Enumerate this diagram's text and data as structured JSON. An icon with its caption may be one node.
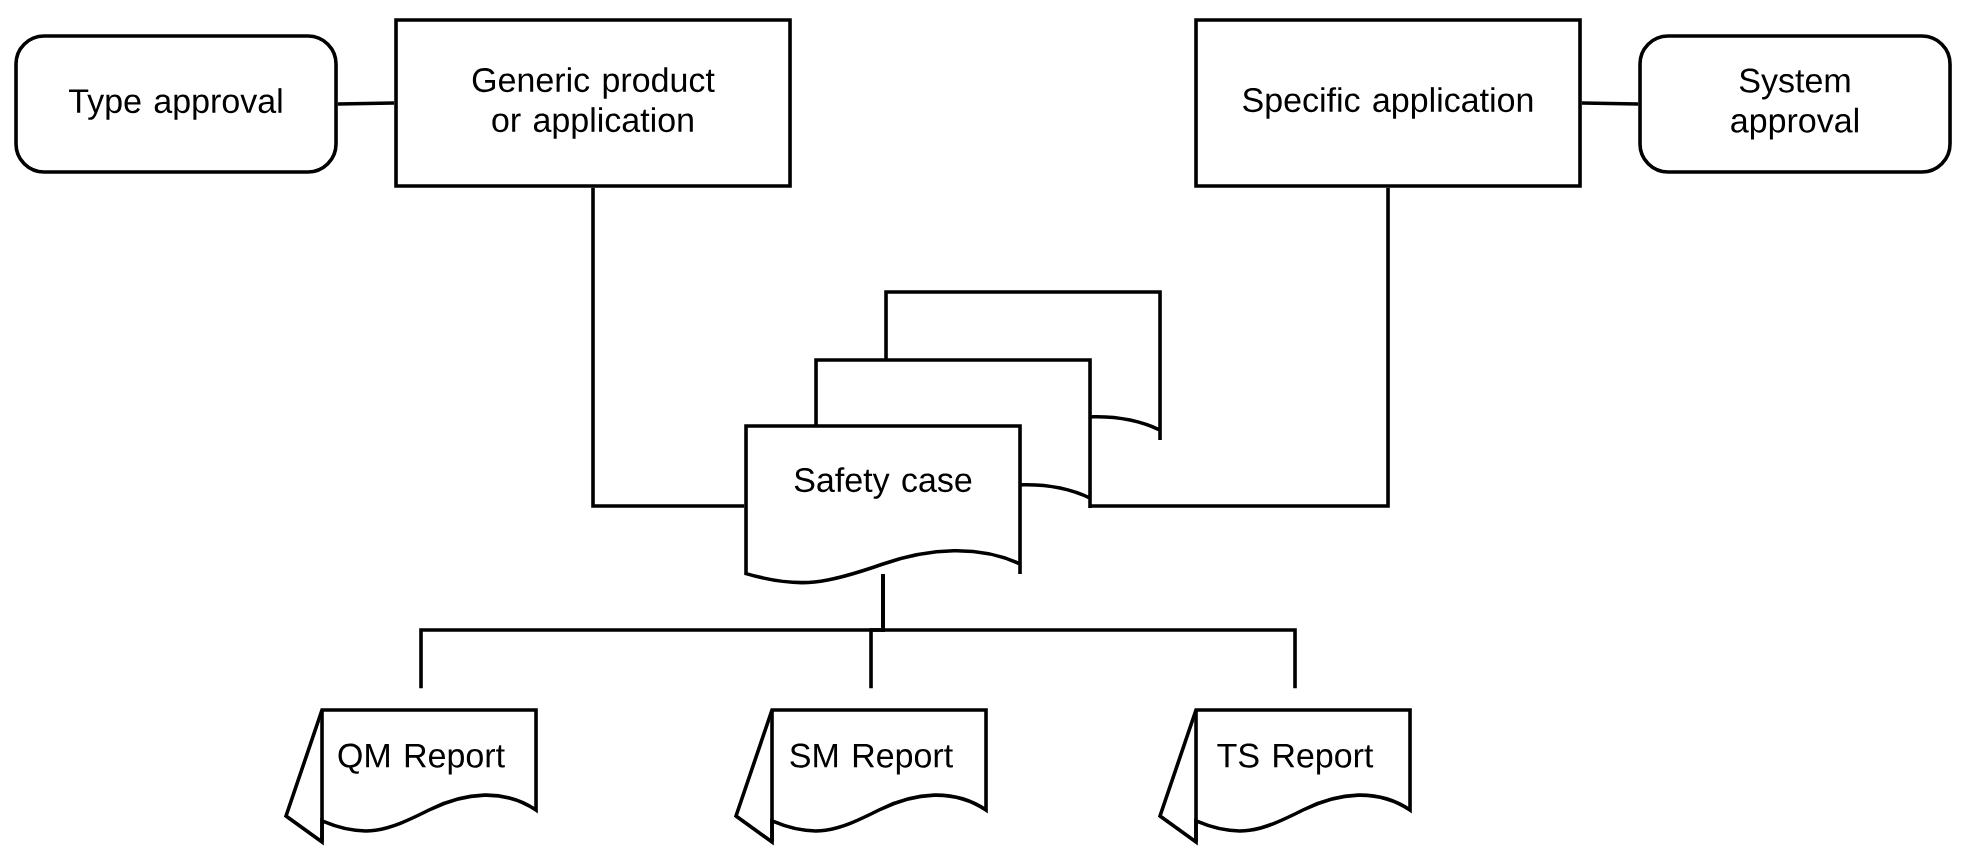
{
  "diagram": {
    "nodes": [
      {
        "text": [
          "Type approval"
        ]
      },
      {
        "text": [
          "Generic product or application"
        ]
      },
      {
        "text": [
          "Specific application"
        ]
      },
      {
        "text": [
          "System approval"
        ]
      },
      {
        "text": [
          "Safety case"
        ]
      },
      {
        "text": [
          "QM Report"
        ]
      },
      {
        "text": [
          "SM Report"
        ]
      },
      {
        "text": [
          "TS Report"
        ]
      }
    ],
    "edges": [
      {
        "from": 0,
        "to": 1,
        "arrow": "none"
      },
      {
        "from": 2,
        "to": 3,
        "arrow": "none"
      },
      {
        "from": 1,
        "to": 4,
        "arrow": "none"
      },
      {
        "from": 2,
        "to": 4,
        "arrow": "none"
      },
      {
        "from": 4,
        "to": 5,
        "arrow": "none"
      },
      {
        "from": 4,
        "to": 6,
        "arrow": "none"
      },
      {
        "from": 4,
        "to": 7,
        "arrow": "none"
      }
    ]
  }
}
